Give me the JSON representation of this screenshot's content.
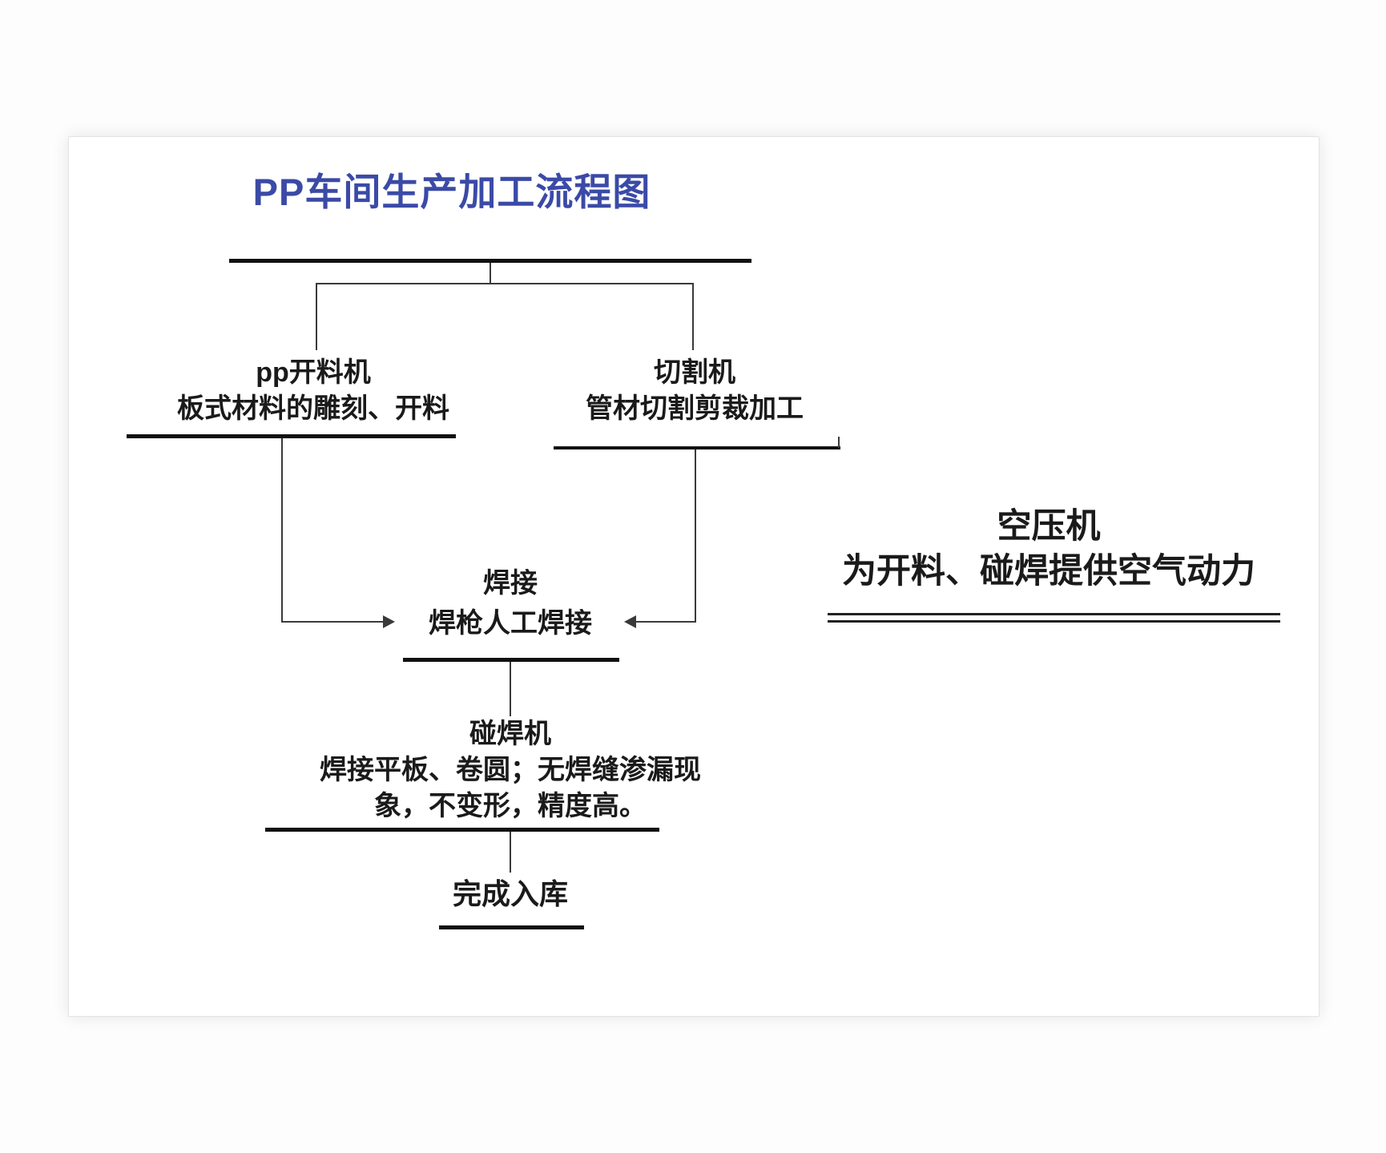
{
  "title": {
    "text": "PP车间生产加工流程图",
    "color": "#3b4aa6"
  },
  "nodes": {
    "pp_cutter": {
      "name": "pp开料机",
      "desc": "板式材料的雕刻、开料"
    },
    "pipe_cutter": {
      "name": "切割机",
      "desc": "管材切割剪裁加工"
    },
    "welding": {
      "name": "焊接",
      "desc": "焊枪人工焊接"
    },
    "butt_welder": {
      "name": "碰焊机",
      "desc_lines": [
        "焊接平板、卷圆；无焊缝渗漏现",
        "象，不变形，精度高。"
      ]
    },
    "storage": {
      "name": "完成入库"
    },
    "air_compressor": {
      "name": "空压机",
      "desc": "为开料、碰焊提供空气动力"
    }
  },
  "colors": {
    "title_blue": "#3b4aa6",
    "text_black": "#1a1a1a",
    "line_black": "#111111",
    "connector_gray": "#3a3a3a",
    "card_background": "#ffffff"
  }
}
